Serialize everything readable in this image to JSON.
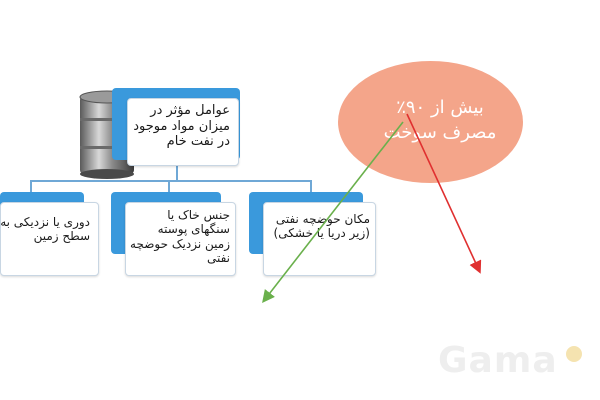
{
  "diagram": {
    "root": {
      "label": "عوامل مؤثر در میزان مواد موجود در نفت خام"
    },
    "children": [
      {
        "label": "مکان حوضچه نفتی (زیر دریا یا خشکی)"
      },
      {
        "label": "جنس خاک یا سنگهای پوسته زمین نزدیک حوضچه نفتی"
      },
      {
        "label": "دوری یا نزدیکی به سطح زمین"
      }
    ],
    "callout": {
      "line1": "بیش از ۹۰٪",
      "line2": "مصرف سوخت"
    },
    "arrows": [
      {
        "color": "#6ab04c"
      },
      {
        "color": "#e03030"
      }
    ],
    "icons": {
      "barrel": "oil-barrel-icon"
    },
    "colors": {
      "accent": "#3a99dc",
      "callout": "#f4a58a",
      "connector": "#6fa8d6"
    }
  },
  "watermark": {
    "text": "Gama"
  }
}
